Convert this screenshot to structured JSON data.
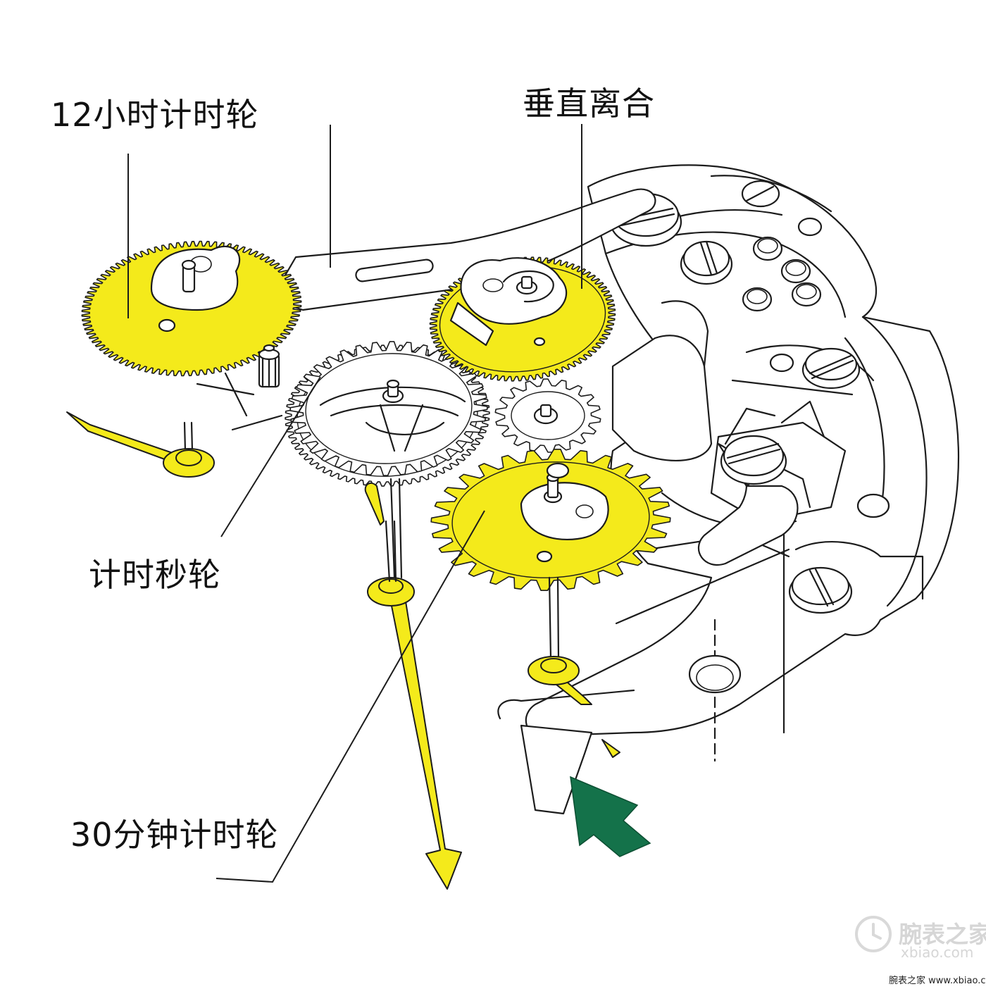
{
  "diagram": {
    "labels": {
      "hour_wheel": "12小时计时轮",
      "vertical_clutch": "垂直离合",
      "seconds_wheel": "计时秒轮",
      "minute_wheel": "30分钟计时轮"
    },
    "colors": {
      "gear_yellow": "#f4ea1b",
      "hand_yellow": "#f2e81c",
      "line": "#1c1c1c",
      "arrow_green": "#14724a",
      "watermark": "#d6d6d6"
    }
  },
  "watermark": {
    "brand": "腕表之家",
    "domain": "xbiao.com",
    "footer": "腕表之家 www.xbiao.com"
  }
}
